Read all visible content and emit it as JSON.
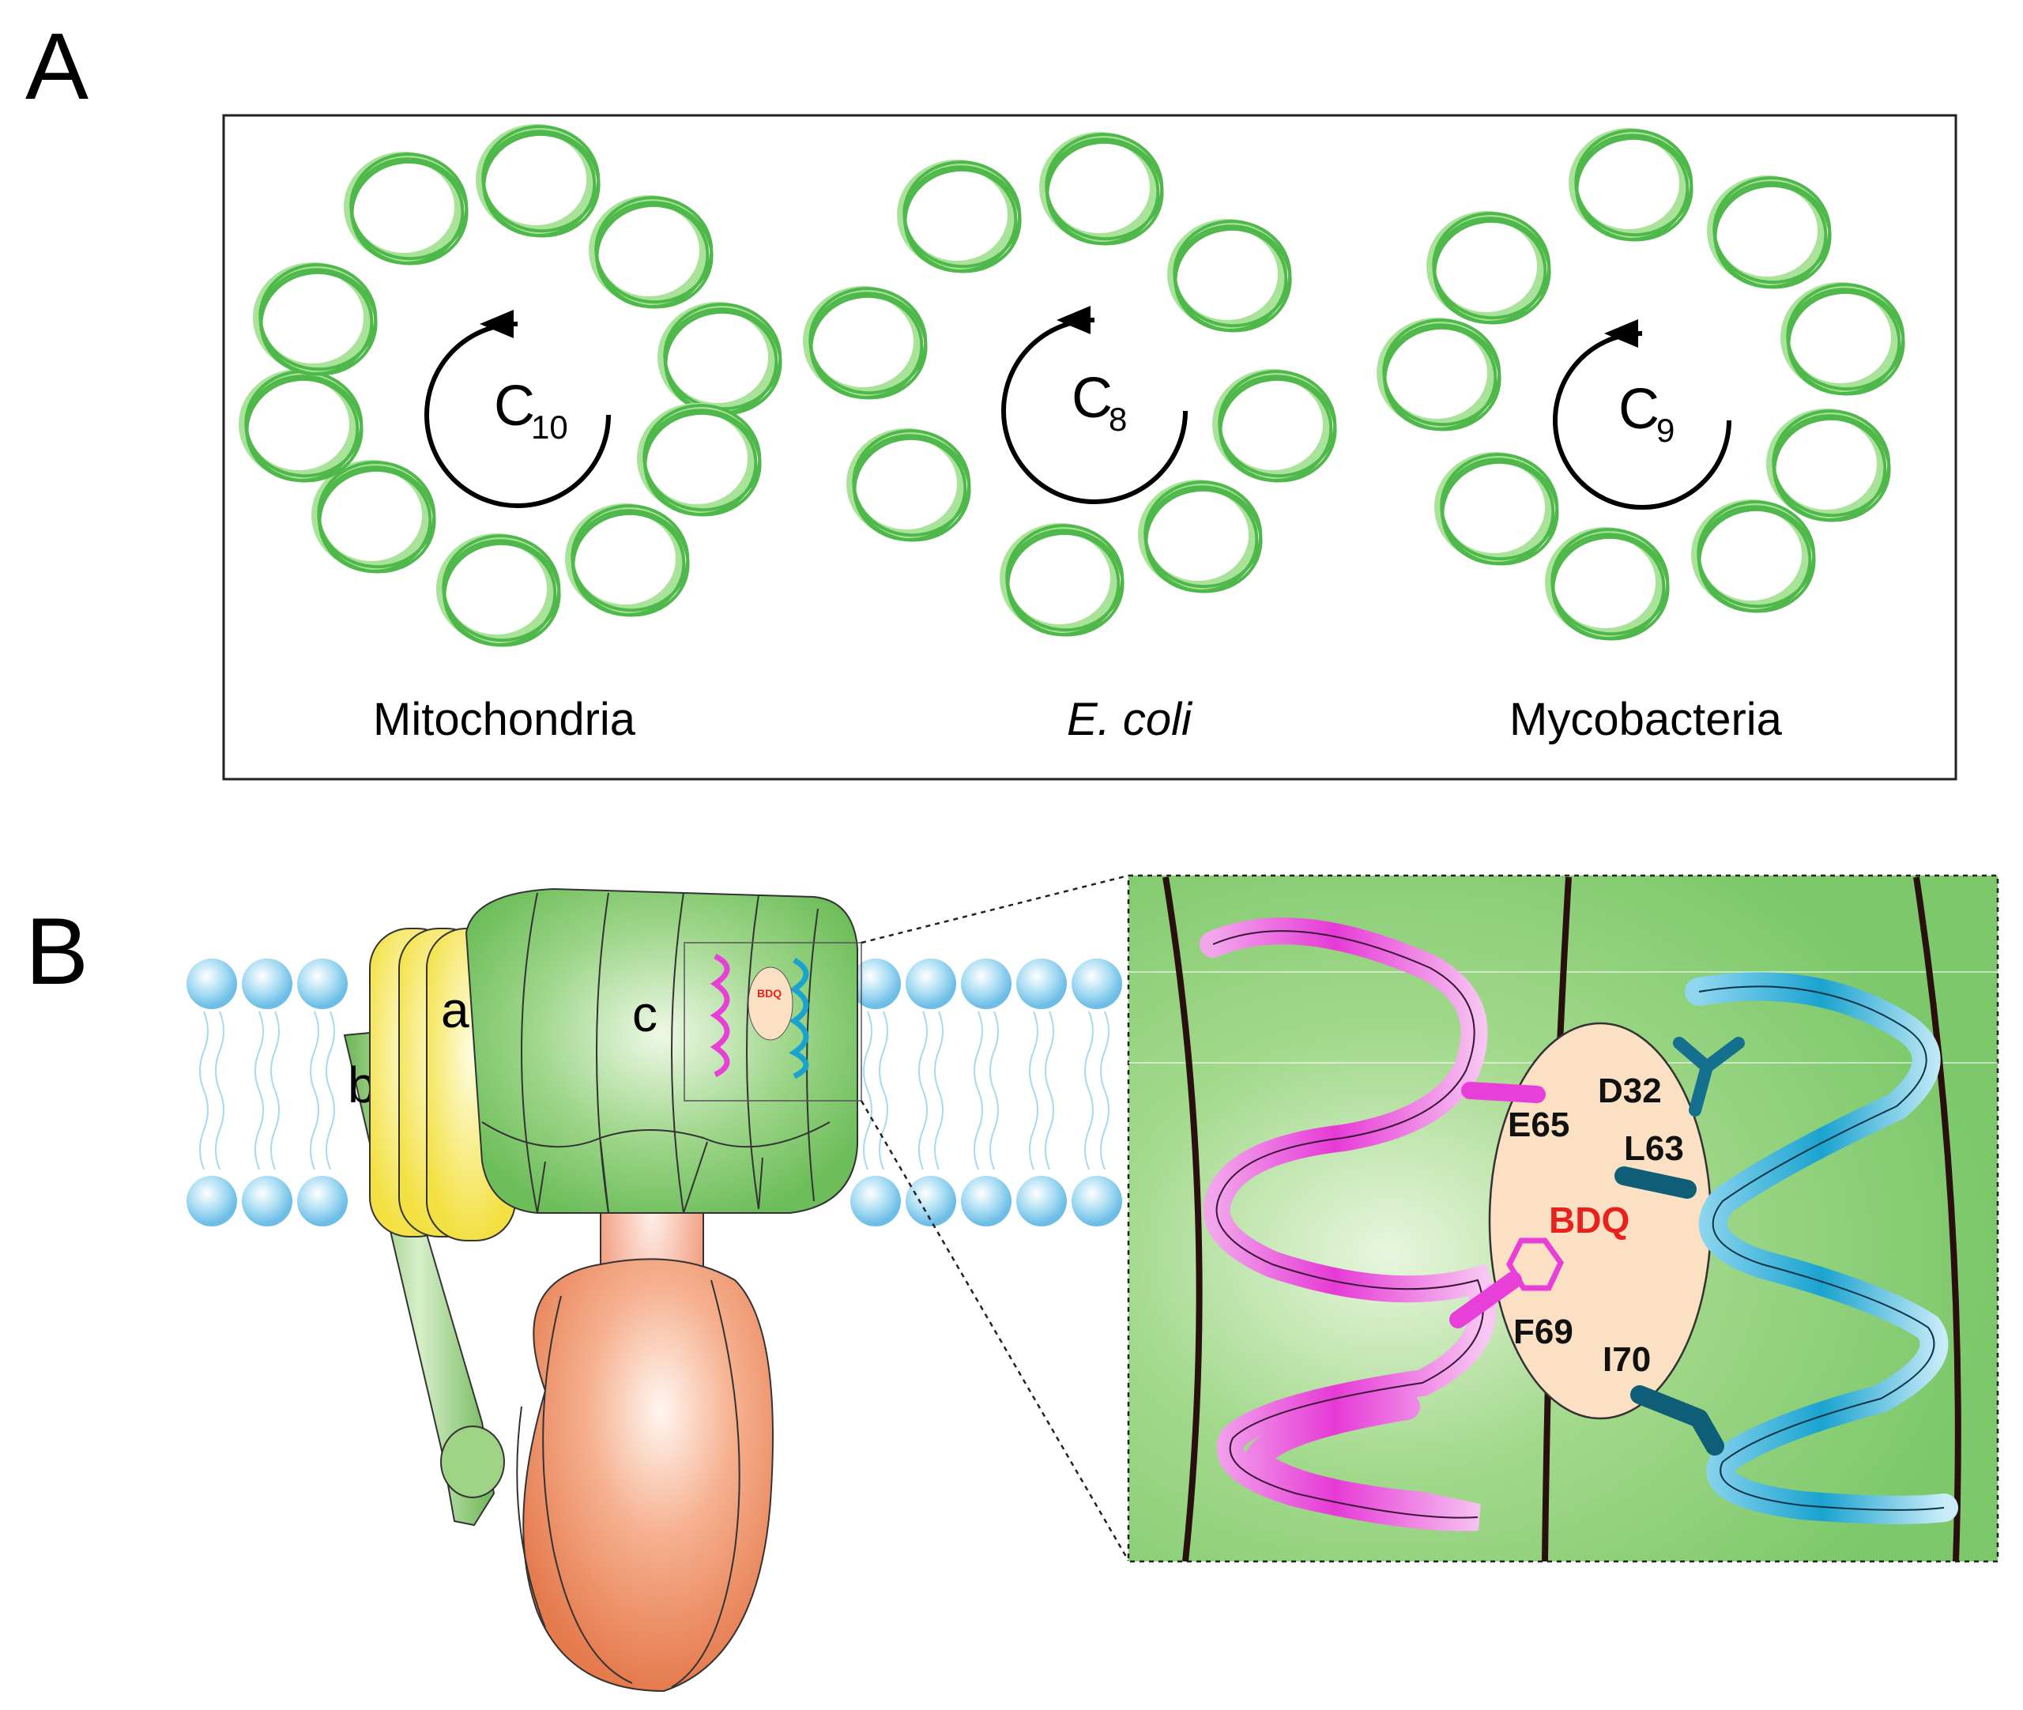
{
  "panels": {
    "a": {
      "letter": "A",
      "rings": [
        {
          "symbol": "C",
          "subscript": "10",
          "organism": "Mitochondria",
          "italic": false,
          "subunits": 10
        },
        {
          "symbol": "C",
          "subscript": "8",
          "organism": "E. coli",
          "italic": true,
          "subunits": 8
        },
        {
          "symbol": "C",
          "subscript": "9",
          "organism": "Mycobacteria",
          "italic": false,
          "subunits": 9
        }
      ]
    },
    "b": {
      "letter": "B",
      "subunit_a": "a",
      "subunit_b": "b",
      "subunit_c": "c",
      "drug_small": "BDQ",
      "inset": {
        "drug": "BDQ",
        "residues": {
          "e65": "E65",
          "f69": "F69",
          "d32": "D32",
          "l63": "L63",
          "i70": "I70"
        }
      }
    }
  },
  "colors": {
    "c_ring": "#4fb84a",
    "c_ring_light": "#a9e39a",
    "subunit_a": "#f5e84a",
    "subunit_b": "#7cc25e",
    "f1_head": "#f08a5d",
    "membrane_bead": "#8dd0ee",
    "helix_magenta": "#e83fd8",
    "helix_cyan": "#1aa3cf",
    "drug_pocket": "#fbe0c4",
    "drug_text": "#e8211d"
  }
}
